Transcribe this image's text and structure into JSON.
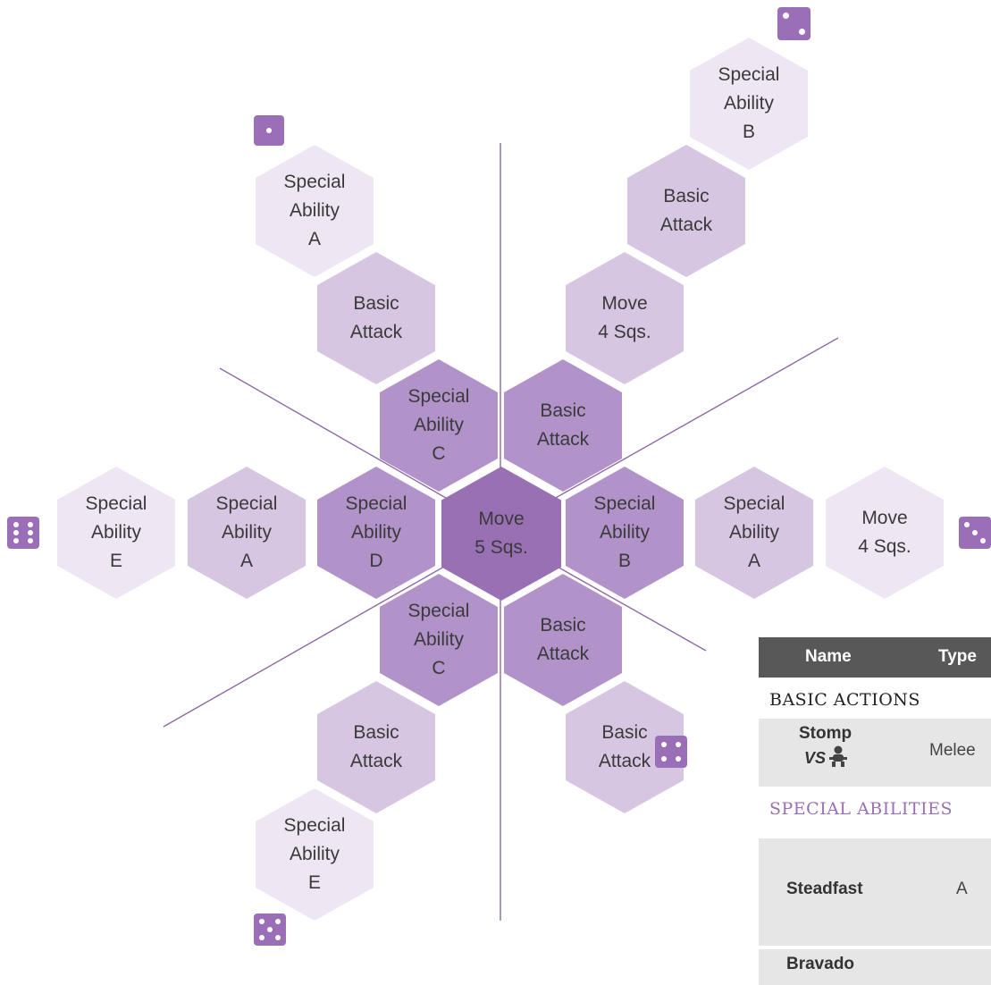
{
  "colors": {
    "hex_light": "#eee6f2",
    "hex_mid_light": "#d6c6e2",
    "hex_mid": "#b293c9",
    "hex_center": "#9a70b4",
    "accent": "#9b6fb8",
    "table_header": "#585858"
  },
  "hexes": [
    {
      "id": "center",
      "text": "Move\n5 Sqs.",
      "tone": "center"
    },
    {
      "id": "inner-top-left",
      "text": "Special\nAbility\nC",
      "tone": "mid"
    },
    {
      "id": "inner-top-right",
      "text": "Basic\nAttack",
      "tone": "mid"
    },
    {
      "id": "inner-left",
      "text": "Special\nAbility\nD",
      "tone": "mid"
    },
    {
      "id": "inner-right",
      "text": "Special\nAbility\nB",
      "tone": "mid"
    },
    {
      "id": "inner-bottom-left",
      "text": "Special\nAbility\nC",
      "tone": "mid"
    },
    {
      "id": "inner-bottom-right",
      "text": "Basic\nAttack",
      "tone": "mid"
    },
    {
      "id": "ring2-upper-left",
      "text": "Basic\nAttack",
      "tone": "mid_light"
    },
    {
      "id": "ring3-upper-left",
      "text": "Special\nAbility\nA",
      "tone": "light"
    },
    {
      "id": "ring2-upper-right",
      "text": "Move\n4 Sqs.",
      "tone": "mid_light"
    },
    {
      "id": "ring3-upper-right",
      "text": "Basic\nAttack",
      "tone": "mid_light"
    },
    {
      "id": "ring4-upper-right",
      "text": "Special\nAbility\nB",
      "tone": "light"
    },
    {
      "id": "ring2-left",
      "text": "Special\nAbility\nA",
      "tone": "mid_light"
    },
    {
      "id": "ring3-left",
      "text": "Special\nAbility\nE",
      "tone": "light"
    },
    {
      "id": "ring2-right",
      "text": "Special\nAbility\nA",
      "tone": "mid_light"
    },
    {
      "id": "ring3-right",
      "text": "Move\n4 Sqs.",
      "tone": "light"
    },
    {
      "id": "ring2-lower-left",
      "text": "Basic\nAttack",
      "tone": "mid_light"
    },
    {
      "id": "ring3-lower-left",
      "text": "Special\nAbility\nE",
      "tone": "light"
    },
    {
      "id": "ring2-lower-right",
      "text": "Basic\nAttack",
      "tone": "mid_light"
    }
  ],
  "dice": [
    {
      "id": "die-upper-right",
      "value": 2
    },
    {
      "id": "die-upper-left",
      "value": 1
    },
    {
      "id": "die-left",
      "value": 6
    },
    {
      "id": "die-right",
      "value": 3
    },
    {
      "id": "die-lower-right",
      "value": 4
    },
    {
      "id": "die-lower-left",
      "value": 5
    }
  ],
  "table": {
    "headers": {
      "name": "Name",
      "type": "Type"
    },
    "basic_section": "BASIC ACTIONS",
    "basic_rows": [
      {
        "name": "Stomp",
        "vs": "VS",
        "type": "Melee"
      }
    ],
    "special_section": "SPECIAL ABILITIES",
    "special_rows": [
      {
        "name": "Steadfast",
        "type": "A"
      }
    ],
    "next_row_partial": "Bravado"
  }
}
